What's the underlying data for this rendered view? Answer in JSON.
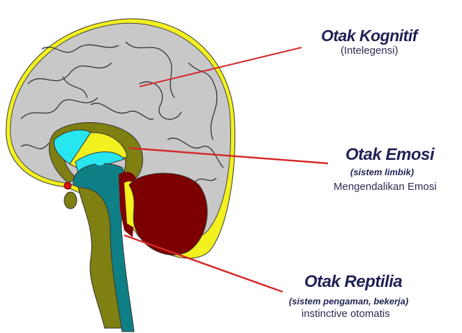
{
  "labels": {
    "kognitif": {
      "title": "Otak Kognitif",
      "subtitle": "(Intelegensi)"
    },
    "emosi": {
      "title": "Otak Emosi",
      "note": "(sistem limbik)",
      "subtitle": "Mengendalikan Emosi"
    },
    "reptilia": {
      "title": "Otak Reptilia",
      "note": "(sistem pengaman, bekerja)",
      "subtitle": "instinctive otomatis"
    }
  },
  "colors": {
    "text": "#1f2255",
    "leader_line": "#d42a2a",
    "cerebrum": "#c8c8c8",
    "outline": "#f2f01e",
    "limbic": "#7f7f12",
    "cyan": "#28e6f0",
    "brainstem": "#0f7f86",
    "cerebellum": "#7d0000"
  }
}
